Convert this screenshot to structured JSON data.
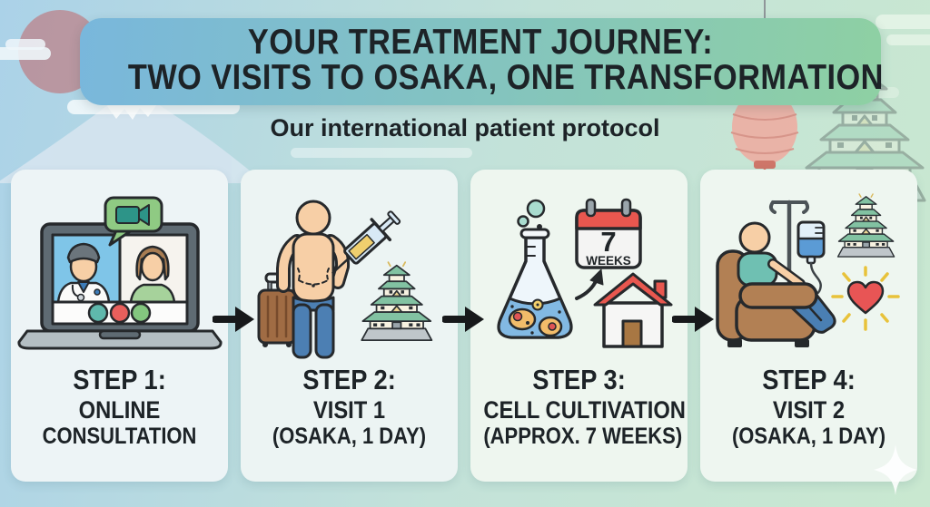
{
  "banner": {
    "title_line1": "YOUR TREATMENT JOURNEY:",
    "title_line2": "TWO VISITS TO OSAKA, ONE TRANSFORMATION",
    "subtitle": "Our international patient protocol"
  },
  "steps": [
    {
      "step_label": "STEP 1:",
      "name": "ONLINE",
      "detail": "CONSULTATION",
      "illustration": "video-consultation-laptop-icon"
    },
    {
      "step_label": "STEP 2:",
      "name": "VISIT 1",
      "detail": "(OSAKA, 1 DAY)",
      "illustration": "patient-injection-suitcase-castle-icon"
    },
    {
      "step_label": "STEP 3:",
      "name": "CELL CULTIVATION",
      "detail": "(APPROX. 7 WEEKS)",
      "illustration": "culture-flask-calendar-house-icon",
      "calendar": {
        "number": "7",
        "unit": "WEEKS"
      }
    },
    {
      "step_label": "STEP 4:",
      "name": "VISIT 2",
      "detail": "(OSAKA, 1 DAY)",
      "illustration": "iv-infusion-recliner-castle-heart-icon"
    }
  ],
  "flow": {
    "arrow_icon": "right-arrow-icon",
    "arrow_count": 3
  },
  "decorations": {
    "left": [
      "rising-sun-icon",
      "mount-fuji-icon",
      "cloud-icons"
    ],
    "right": [
      "paper-lantern-icon",
      "osaka-castle-watermark-icon",
      "cloud-icons",
      "sparkle-icon"
    ]
  },
  "colors": {
    "background_left": "#abd2e8",
    "background_right": "#c9e8d0",
    "banner_left": "#79b7dc",
    "banner_right": "#8ed0a3",
    "card_background": "#edf4f6",
    "text": "#1d2327",
    "arrow": "#17191b",
    "accent_red": "#e8574f",
    "accent_green": "#8fca83",
    "accent_blue": "#4a7fb3",
    "castle_roof_green": "#82c2a2",
    "heart_red": "#e85555",
    "ray_yellow": "#e8c23a",
    "skin": "#f7cfa6",
    "suitcase_brown": "#a06c44",
    "chair_brown": "#b28054"
  }
}
